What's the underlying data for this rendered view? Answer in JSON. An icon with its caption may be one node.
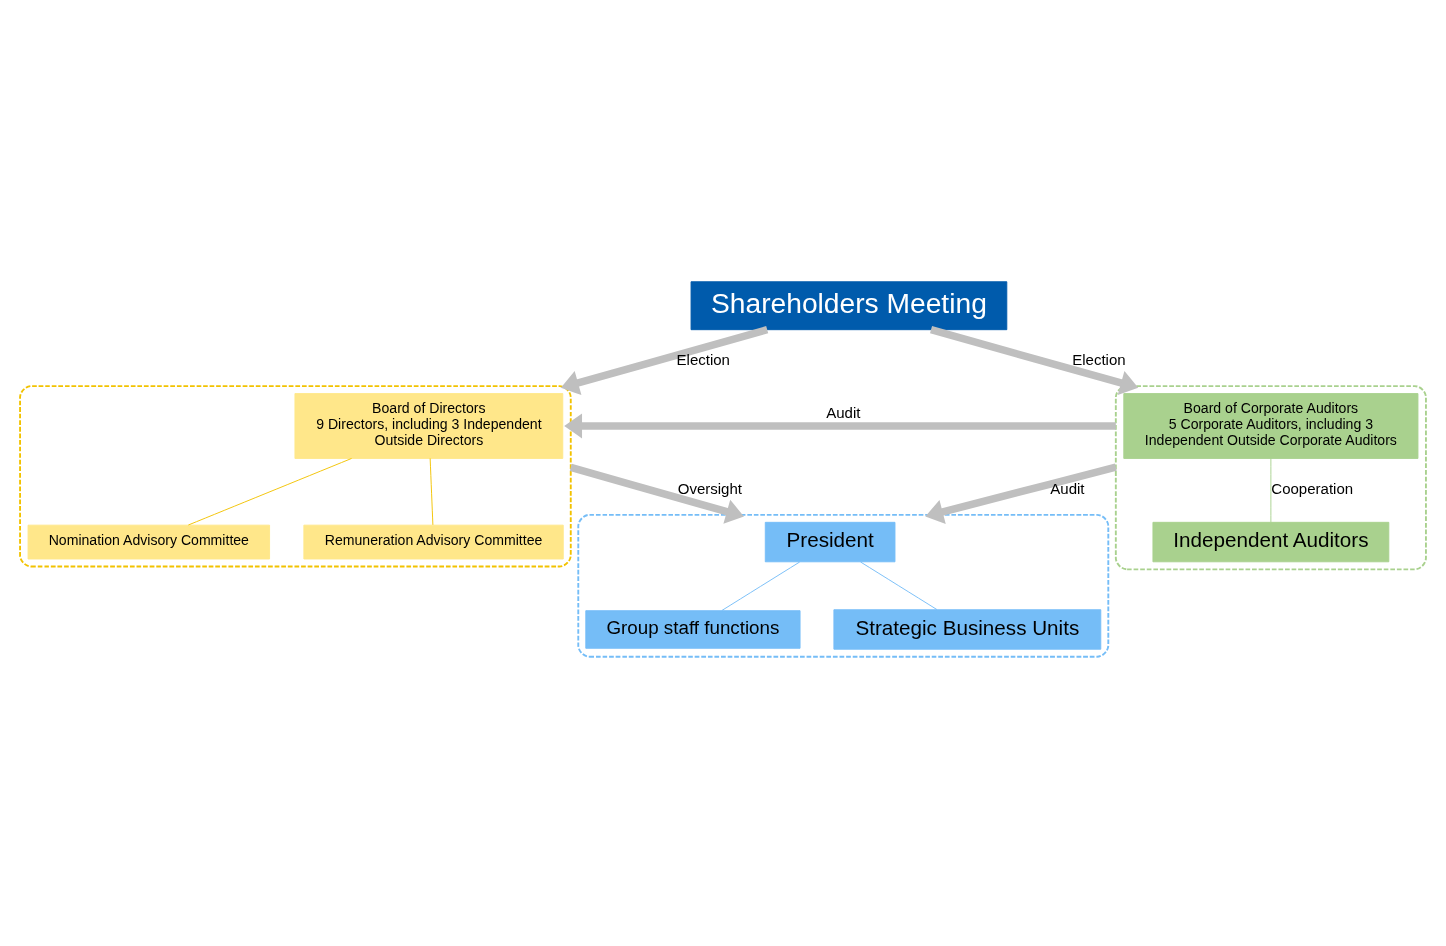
{
  "diagram": {
    "nodes": [
      {
        "text": [
          "Shareholders Meeting"
        ]
      },
      {
        "text": [],
        "shape": "box"
      },
      {
        "text": [
          "Board of Directors",
          "9 Directors, including 3 Independent Outside Directors"
        ],
        "in": 1
      },
      {
        "text": [
          "Nomination Advisory Committee"
        ],
        "in": 1
      },
      {
        "text": [
          "Remuneration Advisory Committee"
        ],
        "in": 1
      },
      {
        "text": [],
        "shape": "box"
      },
      {
        "text": [
          "Board of Corporate Auditors",
          "5 Corporate Auditors, including 3 Independent Outside Corporate Auditors"
        ],
        "in": 5
      },
      {
        "text": [
          "Independent Auditors"
        ],
        "in": 5
      },
      {
        "text": [],
        "shape": "box"
      },
      {
        "text": [
          "President"
        ],
        "in": 8
      },
      {
        "text": [
          "Group staff functions"
        ],
        "in": 8
      },
      {
        "text": [
          "Strategic Business Units"
        ],
        "in": 8
      }
    ],
    "edges": [
      {
        "from": 0,
        "to": 1,
        "arrow": "to",
        "label": "Election",
        "style": "thick",
        "color": "#bfbfbf"
      },
      {
        "from": 0,
        "to": 5,
        "arrow": "to",
        "label": "Election",
        "style": "thick",
        "color": "#bfbfbf"
      },
      {
        "from": 5,
        "to": 1,
        "arrow": "to",
        "label": "Audit",
        "style": "thick",
        "color": "#bfbfbf"
      },
      {
        "from": 1,
        "to": 8,
        "arrow": "to",
        "label": "Oversight",
        "style": "thick",
        "color": "#bfbfbf"
      },
      {
        "from": 5,
        "to": 8,
        "arrow": "to",
        "label": "Audit",
        "style": "thick",
        "color": "#bfbfbf"
      },
      {
        "from": 2,
        "to": 3,
        "arrow": "none",
        "color": "#f2c200"
      },
      {
        "from": 2,
        "to": 4,
        "arrow": "none",
        "color": "#f2c200"
      },
      {
        "from": 6,
        "to": 7,
        "arrow": "none",
        "label": "Cooperation",
        "color": "#a9d18e"
      },
      {
        "from": 9,
        "to": 10,
        "arrow": "none",
        "color": "#75bdf7"
      },
      {
        "from": 9,
        "to": 11,
        "arrow": "none",
        "color": "#75bdf7"
      }
    ]
  }
}
